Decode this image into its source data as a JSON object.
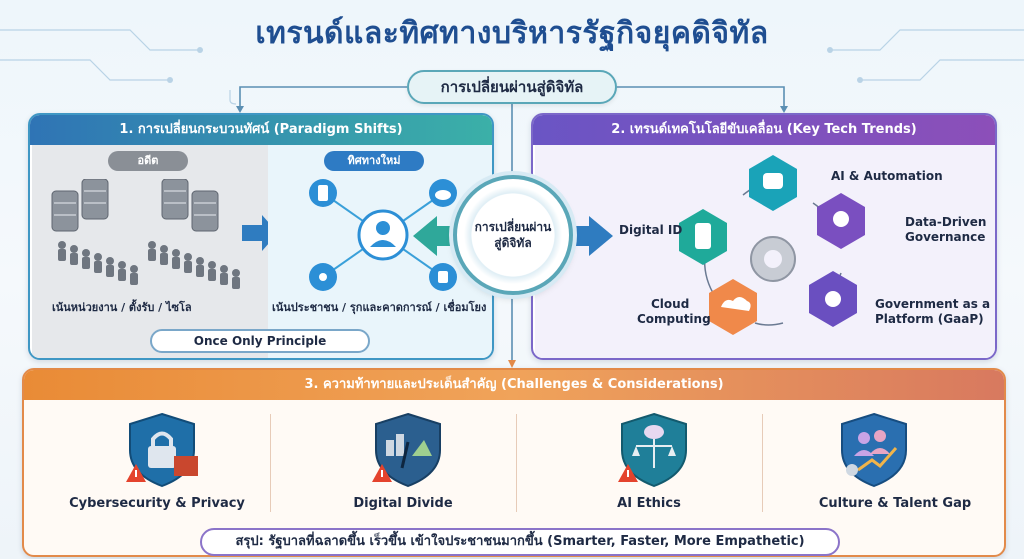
{
  "title": "เทรนด์และทิศทางบริหารรัฐกิจยุคดิจิทัล",
  "center_pill": "การเปลี่ยนผ่านสู่ดิจิทัล",
  "hub": {
    "line1": "การเปลี่ยนผ่าน",
    "line2": "สู่ดิจิทัล"
  },
  "paradigm": {
    "heading": "1. การเปลี่ยนกระบวนทัศน์ (Paradigm Shifts)",
    "past_label": "อดีต",
    "new_label": "ทิศทางใหม่",
    "past_caption": "เน้นหน่วยงาน / ตั้งรับ / ไซโล",
    "new_caption": "เน้นประชาชน / รุกและคาดการณ์ / เชื่อมโยง",
    "principle": "Once Only Principle"
  },
  "tech": {
    "heading": "2. เทรนด์เทคโนโลยีขับเคลื่อน (Key Tech Trends)",
    "nodes": {
      "ai": "AI & Automation",
      "data_1": "Data-Driven",
      "data_2": "Governance",
      "gaap_1": "Government as a",
      "gaap_2": "Platform (GaaP)",
      "cloud_1": "Cloud",
      "cloud_2": "Computing",
      "digital_id": "Digital ID"
    }
  },
  "challenges": {
    "heading": "3. ความท้าทายและประเด็นสำคัญ (Challenges & Considerations)",
    "items": [
      {
        "label": "Cybersecurity & Privacy"
      },
      {
        "label": "Digital Divide"
      },
      {
        "label": "AI Ethics"
      },
      {
        "label": "Culture & Talent Gap"
      }
    ]
  },
  "summary": "สรุป: รัฐบาลที่ฉลาดขึ้น เร็วขึ้น เข้าใจประชาชนมากขึ้น (Smarter, Faster, More Empathetic)",
  "colors": {
    "title": "#1f4e91",
    "left_accent": "#3f97c4",
    "right_accent": "#7b68c9",
    "bottom_accent": "#e28a4a"
  }
}
